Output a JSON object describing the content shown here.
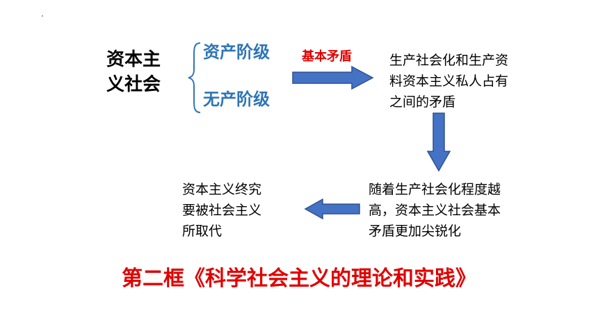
{
  "diagram": {
    "society": {
      "line1": "资本主",
      "line2": "义社会"
    },
    "classes": {
      "bourgeoisie": "资产阶级",
      "proletariat": "无产阶级"
    },
    "contradiction_label": "基本矛盾",
    "contradiction_text": {
      "line1": "生产社会化和生产资",
      "line2": "料资本主义私人占有",
      "line3": "之间的矛盾"
    },
    "intensify_text": {
      "line1": "随着生产社会化程度越",
      "line2": "高，资本主义社会基本",
      "line3": "矛盾更加尖锐化"
    },
    "replaced_text": {
      "line1": "资本主义终究",
      "line2": "要被社会主义",
      "line3": "所取代"
    },
    "lesson_title": "第二框《科学社会主义的理论和实践》"
  },
  "colors": {
    "class_blue": "#2E75B6",
    "accent_red": "#E00000",
    "arrow_fill": "#4472C4",
    "arrow_stroke": "#2F528F"
  }
}
